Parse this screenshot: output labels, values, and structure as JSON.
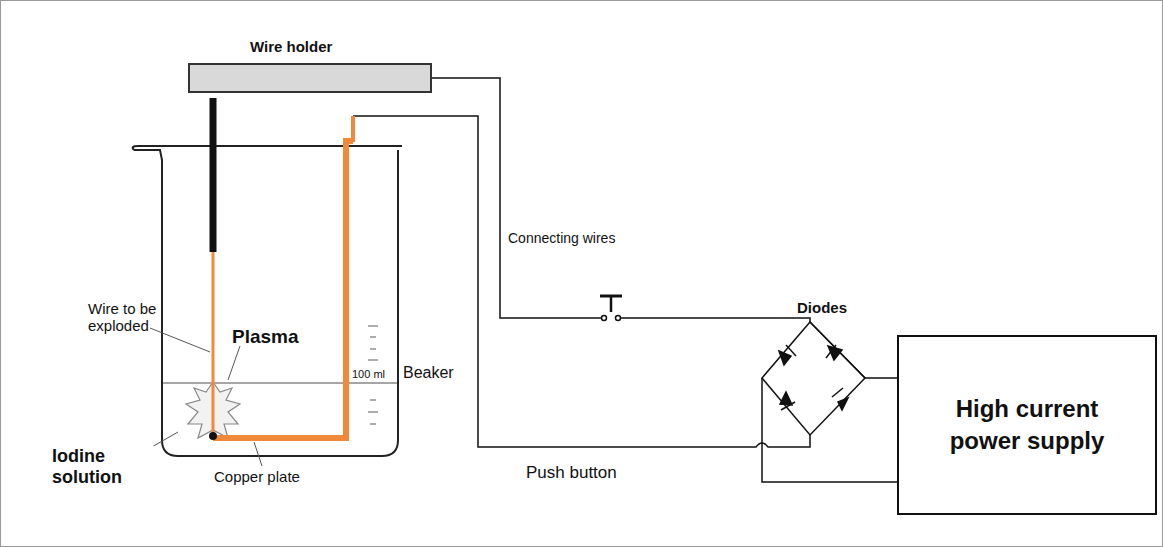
{
  "diagram": {
    "nodes": [
      {
        "text": [
          "Wire holder"
        ]
      },
      {
        "text": [
          "High current power supply"
        ]
      }
    ],
    "edges": [
      {
        "from": 0,
        "to": 1,
        "arrow": "none"
      }
    ],
    "labels": [
      "Wire to be exploded",
      "Plasma",
      "100 ml",
      "Beaker",
      "Iodine solution",
      "Copper plate",
      "Connecting wires",
      "Diodes",
      "Push button"
    ]
  }
}
